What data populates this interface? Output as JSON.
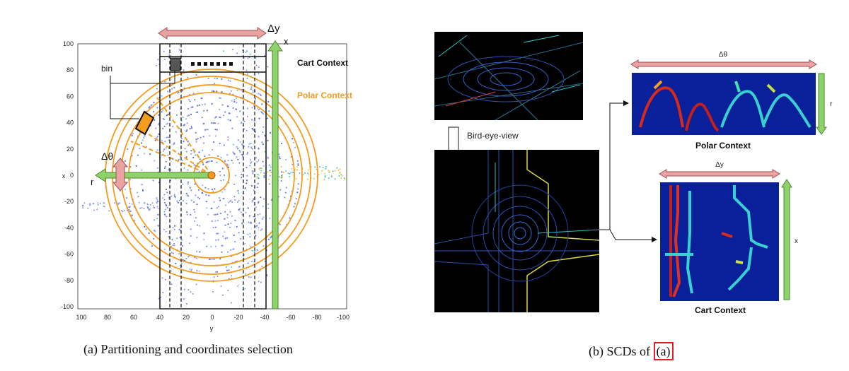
{
  "panel_a": {
    "x_ticks": [
      "100",
      "80",
      "60",
      "40",
      "20",
      "0",
      "-20",
      "-40",
      "-60",
      "-80",
      "-100"
    ],
    "y_ticks": [
      "100",
      "80",
      "60",
      "40",
      "20",
      "0",
      "-20",
      "-40",
      "-60",
      "-80",
      "-100"
    ],
    "x_axis_label": "y",
    "y_axis_label": "x",
    "labels": {
      "delta_y": "Δy",
      "x": "x",
      "cart_context": "Cart Context",
      "polar_context": "Polar Context",
      "bin": "bin",
      "delta_theta": "Δθ",
      "r": "r"
    },
    "colors": {
      "polar": "#f39c1e",
      "green_arrow": "#8fd16a",
      "pink_arrow": "#e9a3a3"
    }
  },
  "panel_b": {
    "bird_eye_view": "Bird-eye-view",
    "polar_context": "Polar Context",
    "cart_context": "Cart Context",
    "delta_theta": "Δθ",
    "r": "r",
    "delta_y": "Δy",
    "x": "x",
    "colors": {
      "map_bg": "#0a1f9a"
    }
  },
  "captions": {
    "a": "(a) Partitioning and coordinates selection",
    "b_prefix": "(b) SCDs of ",
    "b_ref": "(a)"
  }
}
